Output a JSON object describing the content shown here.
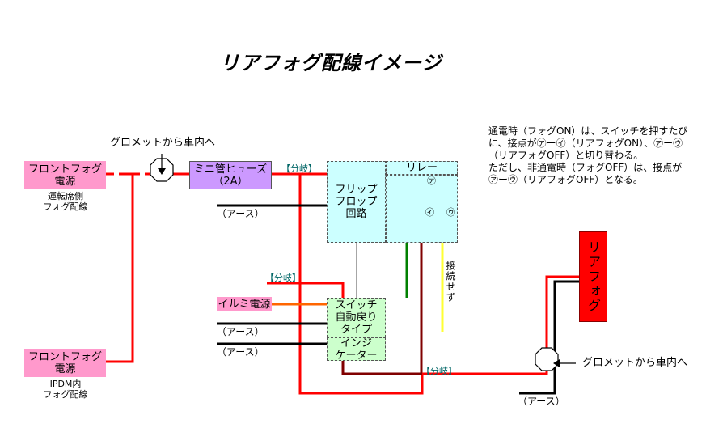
{
  "title": "リアフォグ配線イメージ",
  "blocks": {
    "front_fog_top": "フロントフォグ\n電源",
    "front_fog_top_note": "運転席側\nフォグ配線",
    "front_fog_bottom": "フロントフォグ\n電源",
    "front_fog_bottom_note": "IPDM内\nフォグ配線",
    "fuse": "ミニ管ヒューズ\n（2A）",
    "illumi": "イルミ電源",
    "flipflop": "フリップ\nフロップ\n回路",
    "relay": "リレー",
    "switch": "スイッチ\n自動戻り\nタイプ",
    "indicator": "インジ\nケーター",
    "rear_fog": "リアフォグ"
  },
  "labels": {
    "grommet_top": "グロメットから車内へ",
    "grommet_right": "グロメットから車内へ",
    "earth_1": "（アース）",
    "earth_2": "（アース）",
    "earth_3": "（アース）",
    "earth_4": "（アース）",
    "branch_1": "【分岐】",
    "branch_2": "【分岐】",
    "branch_3": "【分岐】",
    "not_connected": "接続せず",
    "contact_a": "㋐",
    "contact_i": "㋑",
    "contact_u": "㋒"
  },
  "note": {
    "line1": "通電時（フォグON）は、スイッチを押すたびに、接点が㋐ー㋑（リアフォグON）、㋐ー㋒（リアフォグOFF）と切り替わる。",
    "line2": "ただし、非通電時（フォグOFF）は、接点が㋐ー㋒（リアフォグOFF）となる。"
  },
  "colors": {
    "power_wire": "#ff0000",
    "earth_wire": "#000000",
    "illumi_wire": "#ff6600",
    "relay_wire_green": "#008000",
    "relay_wire_dark": "#800000",
    "unused_wire": "#ffff33"
  }
}
